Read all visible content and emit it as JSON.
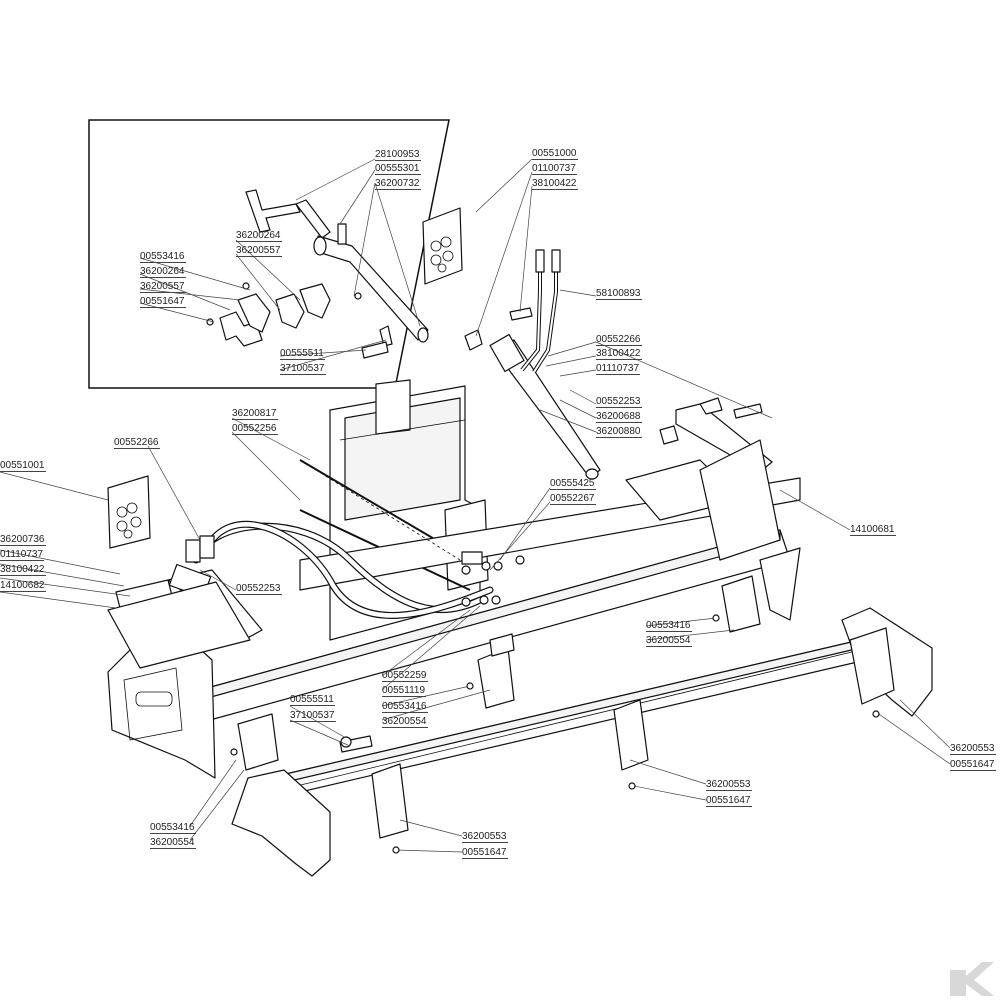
{
  "labels": {
    "inset_28100953": "28100953",
    "inset_00555301": "00555301",
    "inset_36200732": "36200732",
    "inset_36200264_a": "36200264",
    "inset_36200557_a": "36200557",
    "inset_00553416": "00553416",
    "inset_36200264_b": "36200264",
    "inset_36200557_b": "36200557",
    "inset_00551647": "00551647",
    "inset_00555511": "00555511",
    "inset_37100537": "37100537",
    "top_00551000": "00551000",
    "top_01100737": "01100737",
    "top_38100422": "38100422",
    "right_58100893": "58100893",
    "right_00552266": "00552266",
    "right_38100422": "38100422",
    "right_01110737": "01110737",
    "right_00552253": "00552253",
    "right_36200688": "36200688",
    "right_36200880": "36200880",
    "mid_36200817": "36200817",
    "mid_00552256": "00552256",
    "left_00552266": "00552266",
    "left_00551001": "00551001",
    "left_36200736": "36200736",
    "left_01110737": "01110737",
    "left_38100422": "38100422",
    "left_14100682": "14100682",
    "left_00552253": "00552253",
    "mid_00555425": "00555425",
    "mid_00552267": "00552267",
    "right_14100681": "14100681",
    "right_00553416": "00553416",
    "right_36200554": "36200554",
    "mid_00552259": "00552259",
    "mid_00551119": "00551119",
    "mid_00553416": "00553416",
    "mid_36200554": "36200554",
    "low_00555511": "00555511",
    "low_37100537": "37100537",
    "far_36200553": "36200553",
    "far_00551647": "00551647",
    "ctr_36200553": "36200553",
    "ctr_00551647": "00551647",
    "bot_00553416": "00553416",
    "bot_36200554": "36200554",
    "bot_36200553": "36200553",
    "bot_00551647": "00551647"
  }
}
